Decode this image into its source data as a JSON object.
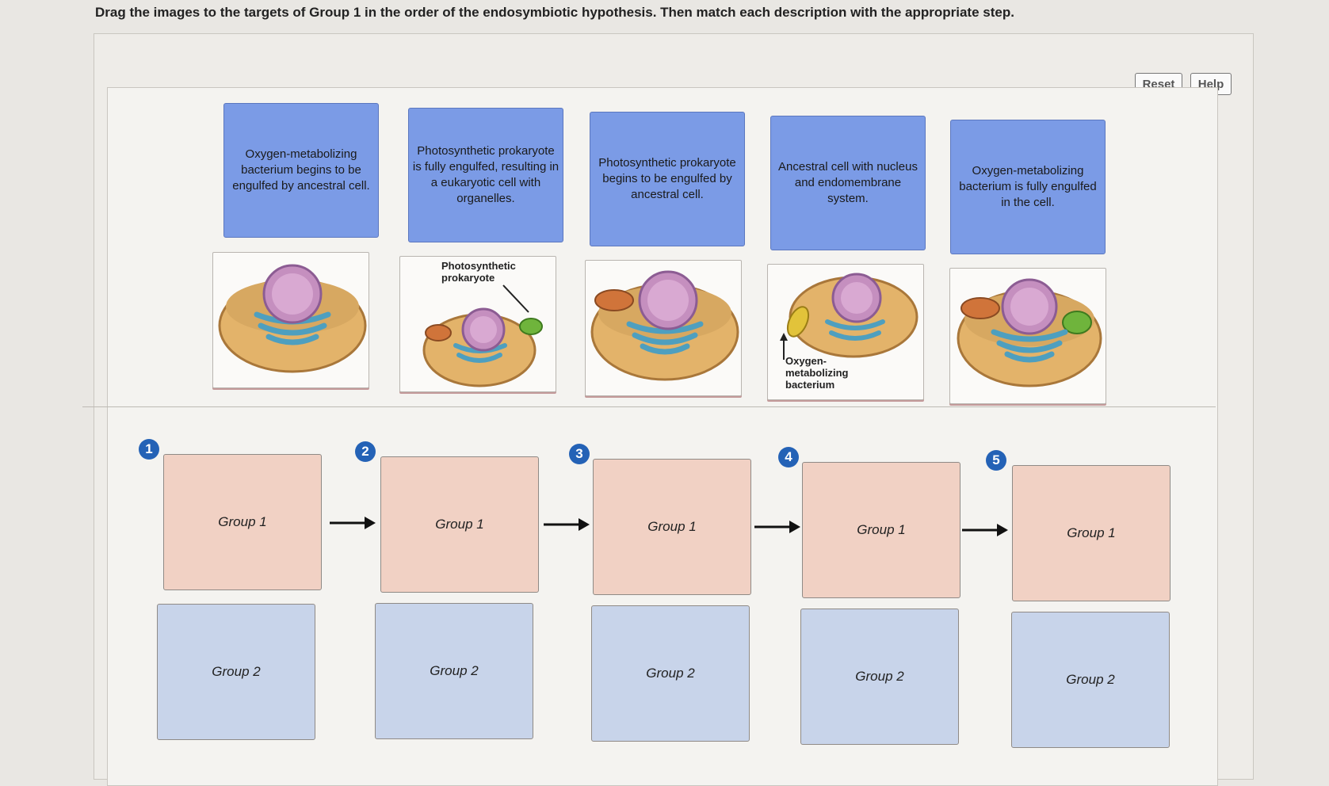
{
  "instructions": "Drag the images to the targets of Group 1 in the order of the endosymbiotic hypothesis. Then match each description with the appropriate step.",
  "toolbar": {
    "reset_label": "Reset",
    "help_label": "Help"
  },
  "descriptions": [
    "Oxygen-metabolizing bacterium begins to be engulfed by ancestral cell.",
    "Photosynthetic prokaryote is fully engulfed, resulting in a eukaryotic cell with organelles.",
    "Photosynthetic prokaryote begins to be engulfed by ancestral cell.",
    "Ancestral cell with nucleus and endomembrane system.",
    "Oxygen-metabolizing bacterium is fully engulfed in the cell."
  ],
  "images": [
    {
      "icon": "ancestral-cell-icon",
      "caption": ""
    },
    {
      "icon": "photosynthetic-prokaryote-engulfing-icon",
      "caption": "Photosynthetic prokaryote"
    },
    {
      "icon": "cell-with-mitochondrion-icon",
      "caption": ""
    },
    {
      "icon": "oxygen-bacterium-engulfing-icon",
      "caption": "Oxygen-metabolizing bacterium"
    },
    {
      "icon": "eukaryotic-cell-with-chloroplast-icon",
      "caption": ""
    }
  ],
  "steps": [
    {
      "number": "1",
      "group1_label": "Group 1",
      "group2_label": "Group 2"
    },
    {
      "number": "2",
      "group1_label": "Group 1",
      "group2_label": "Group 2"
    },
    {
      "number": "3",
      "group1_label": "Group 1",
      "group2_label": "Group 2"
    },
    {
      "number": "4",
      "group1_label": "Group 1",
      "group2_label": "Group 2"
    },
    {
      "number": "5",
      "group1_label": "Group 1",
      "group2_label": "Group 2"
    }
  ],
  "colors": {
    "description_card": "#7b9be6",
    "group1_target": "#f1d1c4",
    "group2_target": "#c8d4ea",
    "step_badge": "#2462b6"
  }
}
